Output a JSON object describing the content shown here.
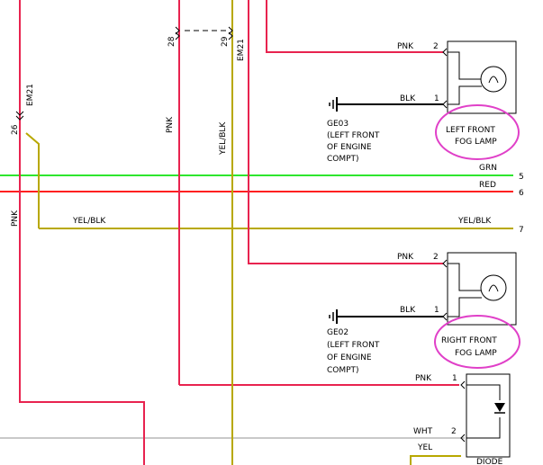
{
  "connectors": {
    "em21_left": {
      "pin": "26",
      "name": "EM21"
    },
    "em21_pnk": {
      "pin": "28"
    },
    "em21_yel": {
      "pin": "29",
      "name": "EM21"
    }
  },
  "left_lamp": {
    "pin_pnk": "2",
    "wire_pnk": "PNK",
    "pin_blk": "1",
    "wire_blk": "BLK",
    "ground": {
      "id": "GE03",
      "line1": "(LEFT FRONT",
      "line2": "OF ENGINE",
      "line3": "COMPT)"
    },
    "name_line1": "LEFT FRONT",
    "name_line2": "FOG LAMP"
  },
  "right_lamp": {
    "pin_pnk": "2",
    "wire_pnk": "PNK",
    "pin_blk": "1",
    "wire_blk": "BLK",
    "ground": {
      "id": "GE02",
      "line1": "(LEFT FRONT",
      "line2": "OF ENGINE",
      "line3": "COMPT)"
    },
    "name_line1": "RIGHT FRONT",
    "name_line2": "FOG LAMP"
  },
  "buses": [
    {
      "label": "GRN",
      "number": "5"
    },
    {
      "label": "RED",
      "number": "6"
    },
    {
      "left_label": "YEL/BLK",
      "label": "YEL/BLK",
      "number": "7"
    }
  ],
  "vertical_wires": {
    "far_left": "PNK",
    "middle_pnk": "PNK",
    "middle_yel": "YEL/BLK"
  },
  "diode": {
    "pin1": "1",
    "wire1": "PNK",
    "pin2": "2",
    "wire2": "WHT",
    "wire3": "YEL",
    "name": "DIODE"
  },
  "colors": {
    "pnk": "#e8234f",
    "yel": "#b8a800",
    "grn": "#2ee62e",
    "red": "#ff2020",
    "highlight": "#e040c8"
  }
}
